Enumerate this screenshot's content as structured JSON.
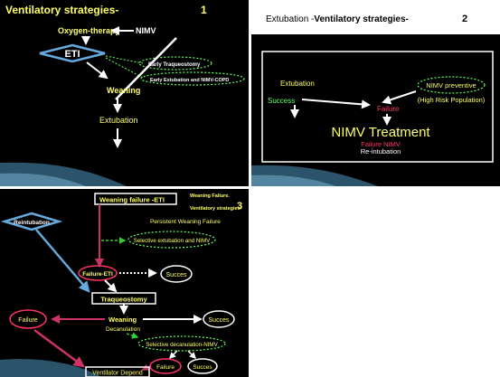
{
  "panel1": {
    "title": "Ventilatory strategies-",
    "number": "1",
    "oxygen": "Oxygen-therapy",
    "nimv": "NIMV",
    "eti": "ETI",
    "early_trach": "Early Traqueostomy",
    "early_ext": "Early Extubation and NIMV-COPD",
    "weaning": "Weaning",
    "extubation": "Extubation"
  },
  "panel2": {
    "title_prefix": "Extubation -",
    "title_main": "Ventilatory strategies-",
    "number": "2",
    "extubation": "Extubation",
    "success": "Success",
    "nimv_preventive": "NIMV preventive",
    "high_risk": "(High Risk Population)",
    "failure": "Failure",
    "nimv_treatment": "NIMV Treatment",
    "failure_nimv": "Failure NIMV",
    "reintubation": "Re-intubation"
  },
  "panel3": {
    "weaning_failure_eti": "Weaning failure   -ETI",
    "weaning_failure": "Weaning Failure.",
    "vent_strategies": "Ventilatory strategies-",
    "number": "3",
    "reintubation": "Reintubation",
    "persistent": "Persistent Weaning Failure",
    "selective_ext": "Selective extubation and NIMV",
    "failure_eti": "Failure-ETI",
    "succes1": "Succes",
    "traqueostomy": "Traqueostomy",
    "failure_left": "Failure",
    "weaning": "Weaning",
    "decanulation": "Decanulation",
    "succes2": "Succes",
    "selective_decan": "Selective decanulation-NIMV",
    "failure_bottom": "Failure",
    "succes3": "Succes",
    "ventilator_depend": "Ventilator Depend"
  },
  "colors": {
    "yellow": "#ffff66",
    "green": "#66ff66",
    "red": "#ff3366",
    "blue": "#66aadd",
    "white": "#ffffff",
    "pink": "#cc3366"
  }
}
